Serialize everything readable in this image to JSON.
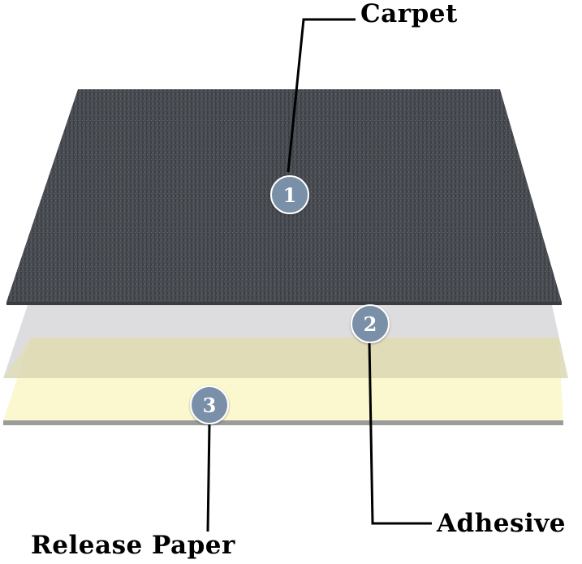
{
  "labels": {
    "carpet": "Carpet",
    "adhesive": "Adhesive",
    "release_paper": "Release Paper"
  },
  "badges": {
    "carpet": "1",
    "adhesive": "2",
    "release_paper": "3"
  },
  "colors": {
    "carpet": "#4a4d52",
    "adhesive_layer": "#dcdcde",
    "release_paper": "#fbf8cf",
    "badge": "#7a8fa8",
    "leader_line": "#000000"
  }
}
